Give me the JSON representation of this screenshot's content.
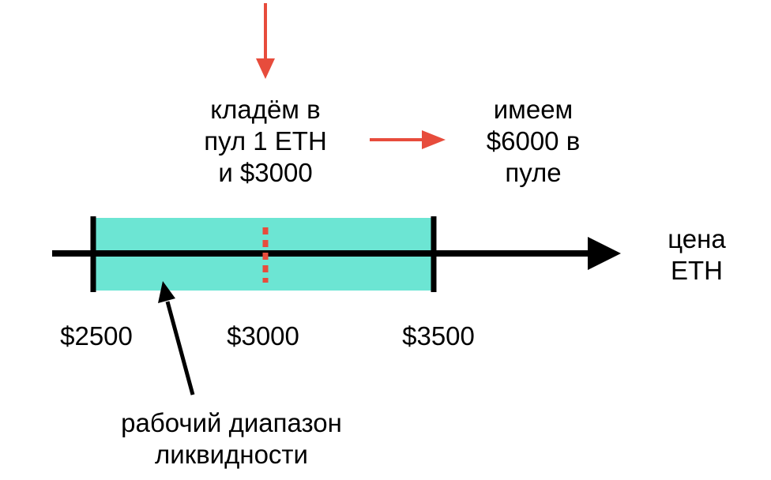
{
  "labels": {
    "deposit": [
      "кладём в",
      "пул 1 ETH",
      "и $3000"
    ],
    "result": [
      "имеем",
      "$6000 в",
      "пуле"
    ],
    "axis": [
      "цена",
      "ETH"
    ],
    "range": [
      "рабочий диапазон",
      "ликвидности"
    ],
    "ticks": [
      "$2500",
      "$3000",
      "$3500"
    ]
  },
  "colors": {
    "range_fill": "#6ce5d3",
    "accent_arrow": "#e74c3c",
    "axis": "#000000"
  }
}
